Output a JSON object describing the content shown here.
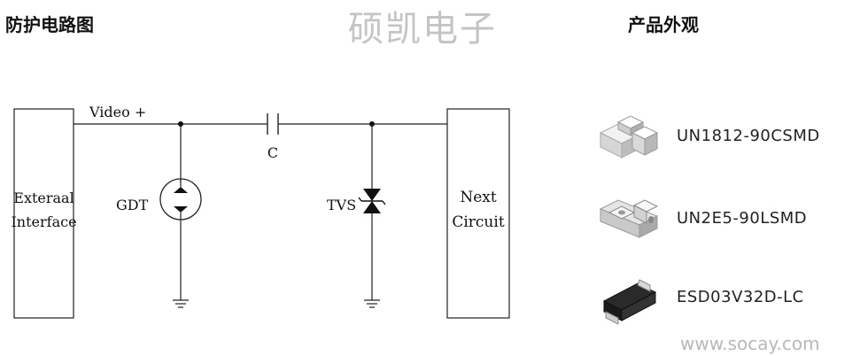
{
  "header": {
    "left_title": "防护电路图",
    "watermark": "硕凯电子",
    "right_title": "产品外观"
  },
  "circuit": {
    "left_box_line1": "Exteraal",
    "left_box_line2": "Interface",
    "signal_label": "Video +",
    "capacitor_label": "C",
    "gdt_label": "GDT",
    "tvs_label": "TVS",
    "right_box_line1": "Next",
    "right_box_line2": "Circuit"
  },
  "products": [
    {
      "name": "UN1812-90CSMD",
      "icon": "ceramic-smd-package-icon"
    },
    {
      "name": "UN2E5-90LSMD",
      "icon": "gdt-smd-package-icon"
    },
    {
      "name": "ESD03V32D-LC",
      "icon": "sod-package-icon"
    }
  ],
  "footer": {
    "website": "www.socay.com"
  }
}
